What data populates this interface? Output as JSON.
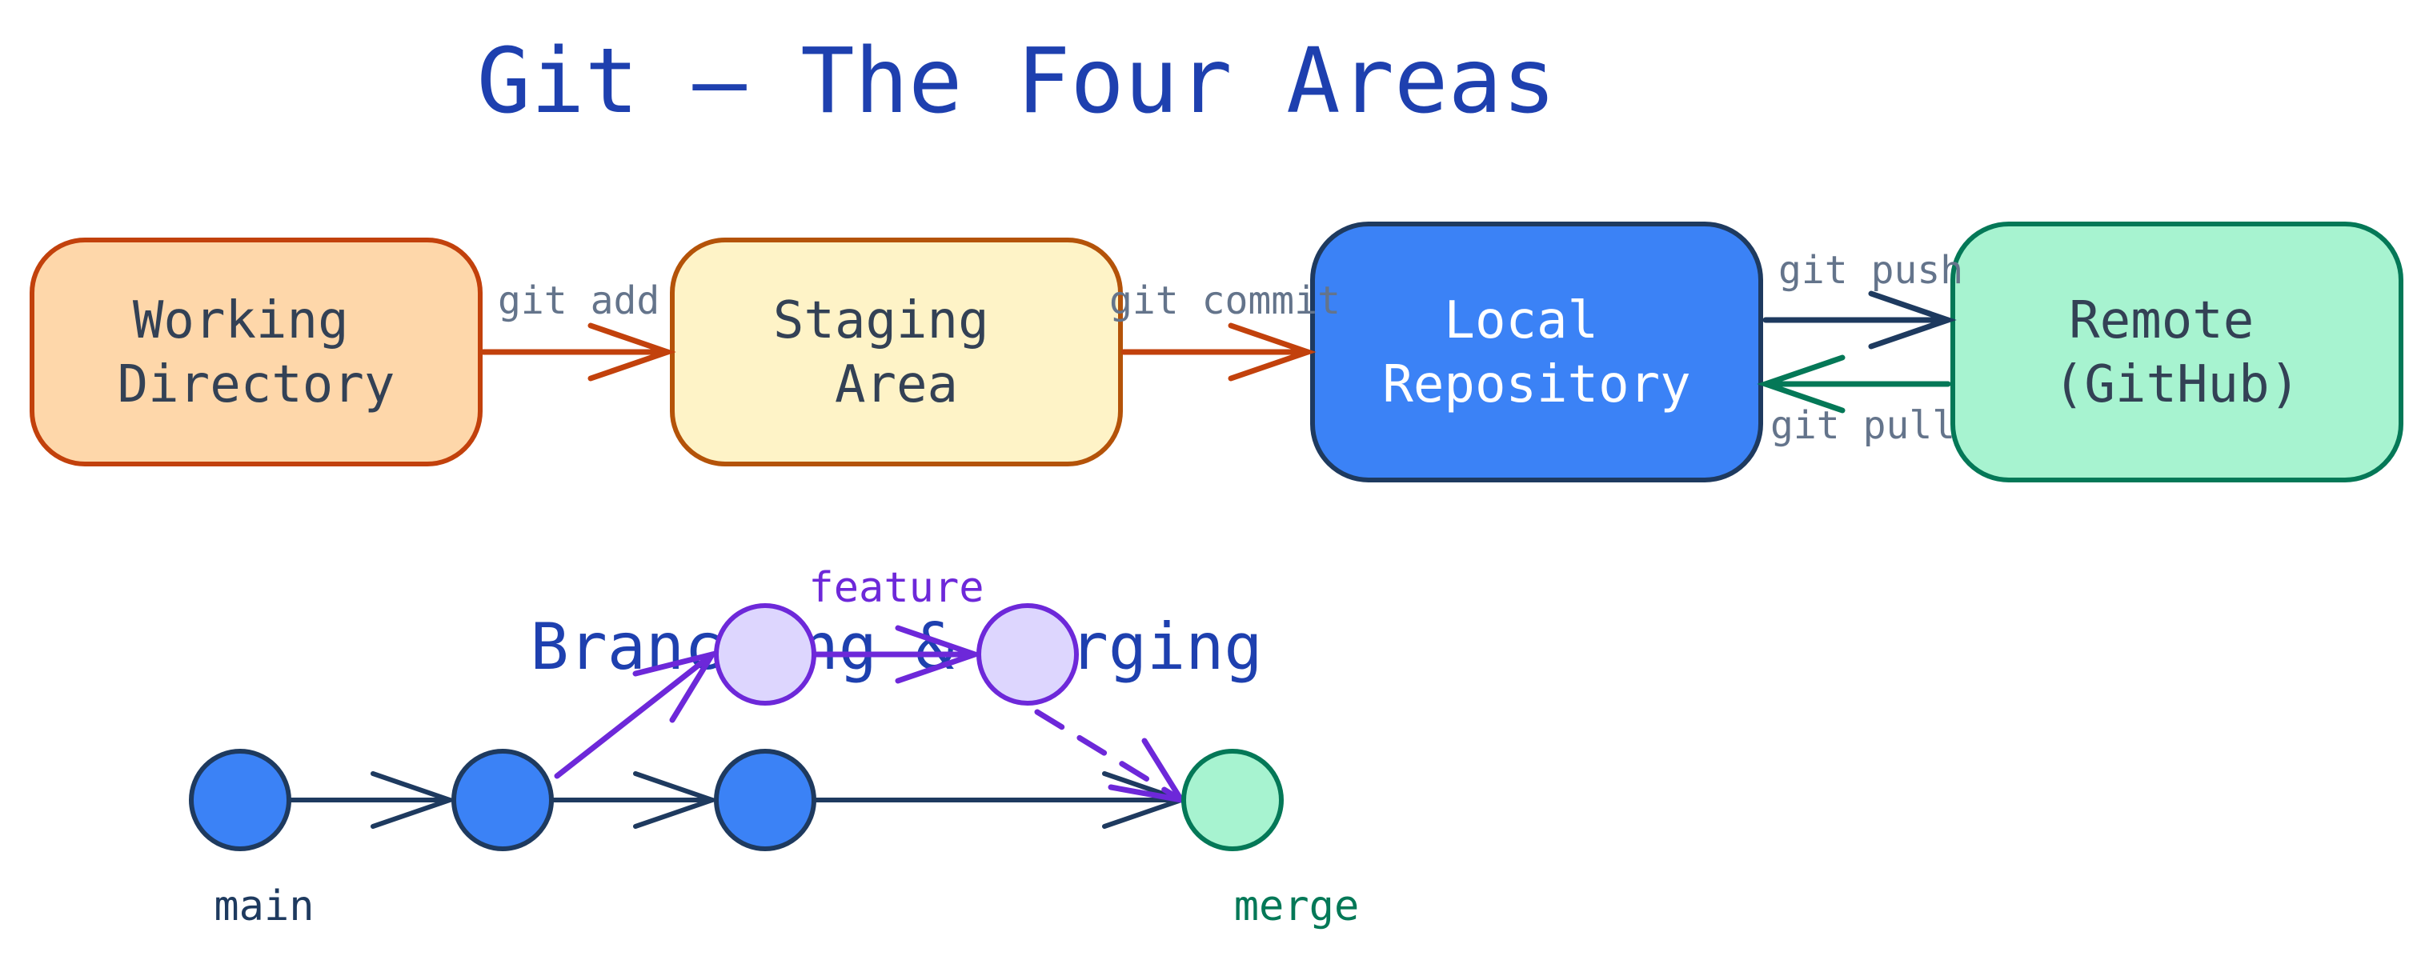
{
  "title": "Git — The Four Areas",
  "areas": {
    "working": {
      "label": [
        "Working",
        "Directory"
      ]
    },
    "staging": {
      "label": [
        "Staging",
        "Area"
      ]
    },
    "local": {
      "label": [
        "Local",
        "Repository"
      ]
    },
    "remote": {
      "label": [
        "Remote",
        "(GitHub)"
      ]
    }
  },
  "commands": {
    "add": "git add",
    "commit": "git commit",
    "push": "git push",
    "pull": "git pull"
  },
  "branching": {
    "title": "Branching & Merging",
    "feature_label": "feature",
    "main_label": "main",
    "merge_label": "merge"
  },
  "colors": {
    "title": "#1e40af",
    "working_fill": "#fed7aa",
    "working_stroke": "#c2410c",
    "staging_fill": "#fef3c7",
    "staging_stroke": "#b45309",
    "local_fill": "#3b82f6",
    "local_stroke": "#1e3a5f",
    "remote_fill": "#a7f3d0",
    "remote_stroke": "#047857",
    "arrow_orange": "#c2410c",
    "arrow_navy": "#1e3a5f",
    "arrow_green": "#047857",
    "command_text": "#64748b",
    "box_text_dark": "#334155",
    "box_text_light": "#ffffff",
    "commit_fill": "#3b82f6",
    "feature_fill": "#ddd6fe",
    "feature_stroke": "#6d28d9",
    "merge_fill": "#a7f3d0",
    "merge_stroke": "#047857"
  }
}
